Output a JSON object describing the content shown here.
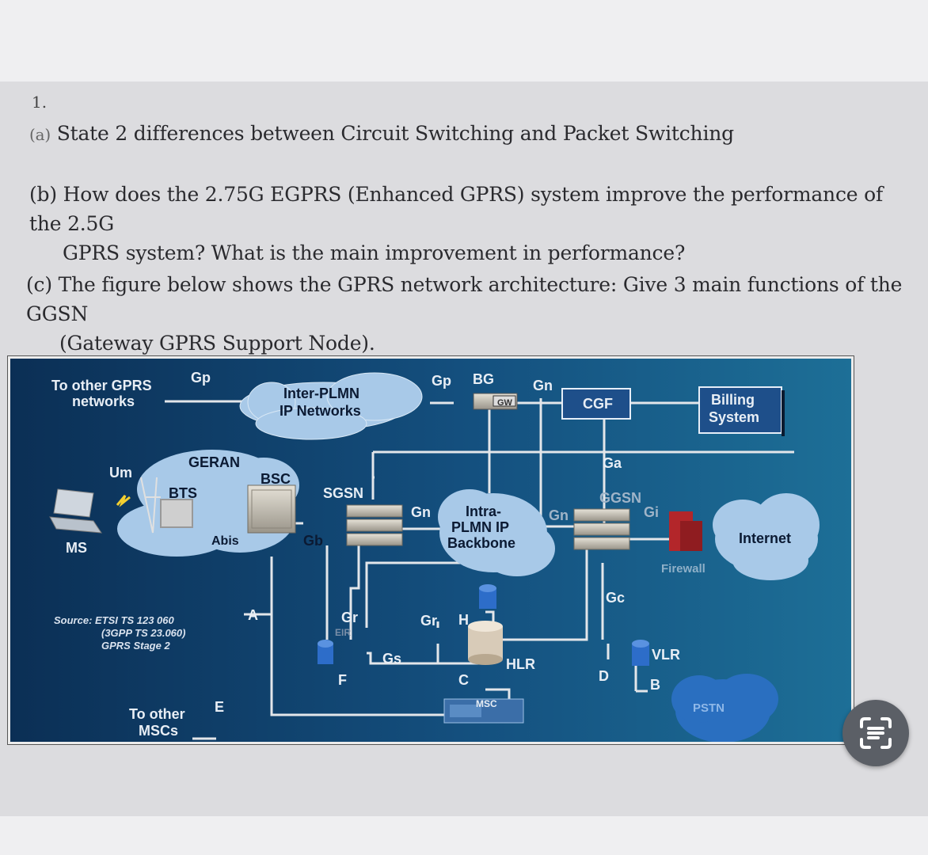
{
  "question": {
    "number": "1.",
    "part_a": {
      "marker": "(a)",
      "text": "State 2 differences between Circuit Switching and Packet Switching"
    },
    "part_b": {
      "marker": "(b)",
      "line1": "How does the 2.75G EGPRS (Enhanced GPRS) system improve the performance of the 2.5G",
      "line2": "GPRS system? What is the main improvement in performance?"
    },
    "part_c": {
      "marker": "(c)",
      "line1": "The figure below shows the GPRS network architecture: Give 3 main functions of the GGSN",
      "line2": "(Gateway GPRS Support Node)."
    }
  },
  "diagram": {
    "to_other_gprs_1": "To other GPRS",
    "to_other_gprs_2": "networks",
    "gp_left": "Gp",
    "inter_plmn_1": "Inter-PLMN",
    "inter_plmn_2": "IP Networks",
    "gp_top": "Gp",
    "bg": "BG",
    "gw": "GW",
    "gn_top": "Gn",
    "cgf": "CGF",
    "billing_1": "Billing",
    "billing_2": "System",
    "geran": "GERAN",
    "um": "Um",
    "bts": "BTS",
    "bsc": "BSC",
    "sgsn": "SGSN",
    "abis": "Abis",
    "gb": "Gb",
    "gn_left": "Gn",
    "intra_1": "Intra-",
    "intra_2": "PLMN IP",
    "intra_3": "Backbone",
    "gn_right": "Gn",
    "ga": "Ga",
    "ggsn": "GGSN",
    "gi": "Gi",
    "internet": "Internet",
    "firewall": "Firewall",
    "ms": "MS",
    "source_1": "Source: ETSI TS 123 060",
    "source_2": "(3GPP TS 23.060)",
    "source_3": "GPRS Stage 2",
    "a": "A",
    "gr_left": "Gr",
    "gr_mid": "Gr",
    "h": "H",
    "gc": "Gc",
    "gs": "Gs",
    "hlr": "HLR",
    "vlr": "VLR",
    "eir": "EIR",
    "f": "F",
    "c": "C",
    "d": "D",
    "b": "B",
    "msc": "MSC",
    "pstn": "PSTN",
    "to_other_mscs_1": "To other",
    "to_other_mscs_2": "MSCs",
    "e": "E"
  },
  "colors": {
    "diagram_background": "#0d3b66",
    "cloud": "#a8c9e8",
    "line": "#e3e6ea",
    "label_on_dark": "#e8eef5",
    "label_on_cloud": "#0b1a33"
  },
  "icons": {
    "fab": "scan-text-icon"
  }
}
